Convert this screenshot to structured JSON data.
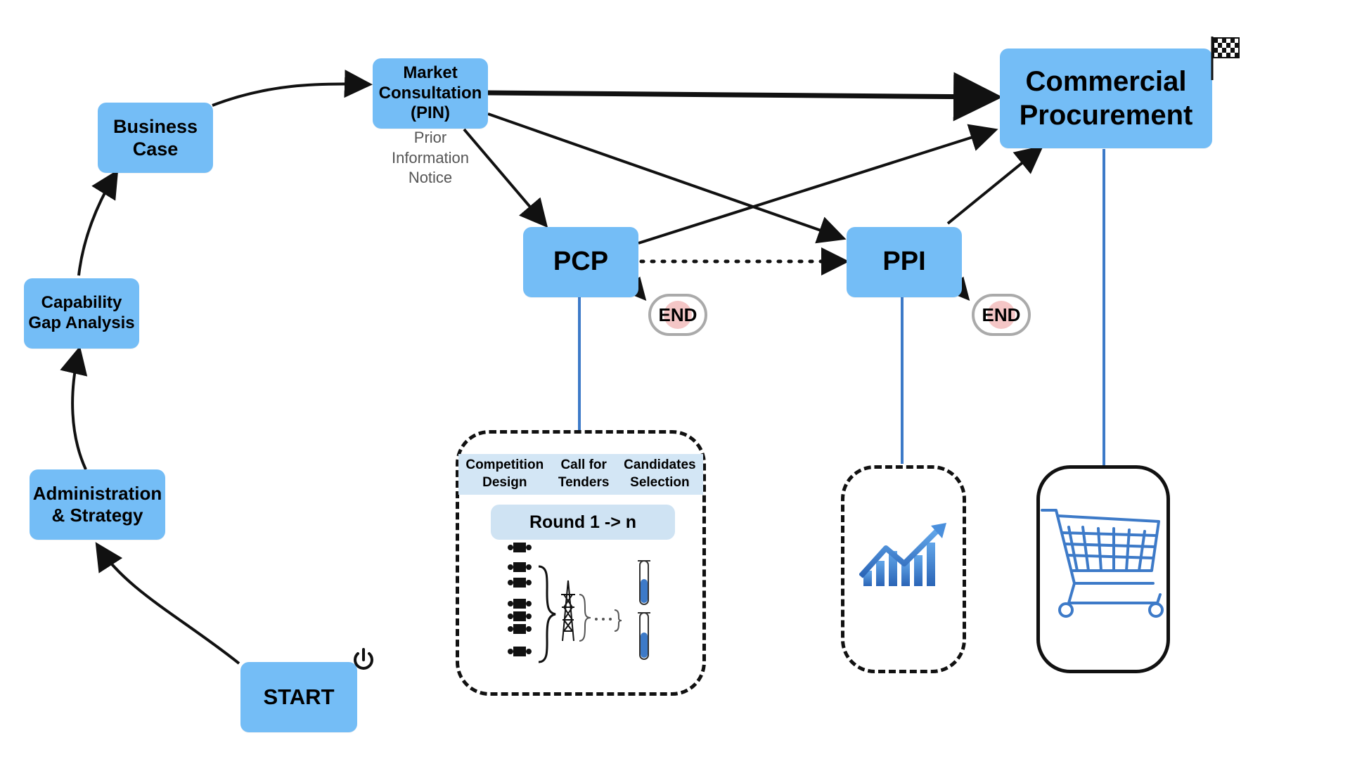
{
  "nodes": {
    "start": "START",
    "admin_line1": "Administration",
    "admin_line2": "& Strategy",
    "capability_line1": "Capability",
    "capability_line2": "Gap Analysis",
    "business_line1": "Business",
    "business_line2": "Case",
    "market_line1": "Market",
    "market_line2": "Consultation",
    "market_line3": "(PIN)",
    "pcp": "PCP",
    "ppi": "PPI",
    "commercial_line1": "Commercial",
    "commercial_line2": "Procurement"
  },
  "pin_note": {
    "line1": "Prior",
    "line2": "Information",
    "line3": "Notice"
  },
  "end_labels": {
    "pcp_end": "END",
    "ppi_end": "END"
  },
  "pcp_details": {
    "headers": [
      {
        "line1": "Competition",
        "line2": "Design"
      },
      {
        "line1": "Call for",
        "line2": "Tenders"
      },
      {
        "line1": "Candidates",
        "line2": "Selection"
      }
    ],
    "round": "Round 1 -> n"
  },
  "icons": {
    "start": "power-icon",
    "finish": "checkered-flag-icon",
    "ppi": "growth-chart-icon",
    "commercial": "shopping-cart-icon",
    "pcp_a": "puzzle-pieces-icon",
    "pcp_b": "transmission-tower-icon",
    "pcp_c": "test-tube-icon"
  },
  "colors": {
    "node_fill": "#74bdf6",
    "connector": "#3d7ac8",
    "end_fill": "#f4c6c6",
    "band_fill": "#d3e6f5"
  }
}
